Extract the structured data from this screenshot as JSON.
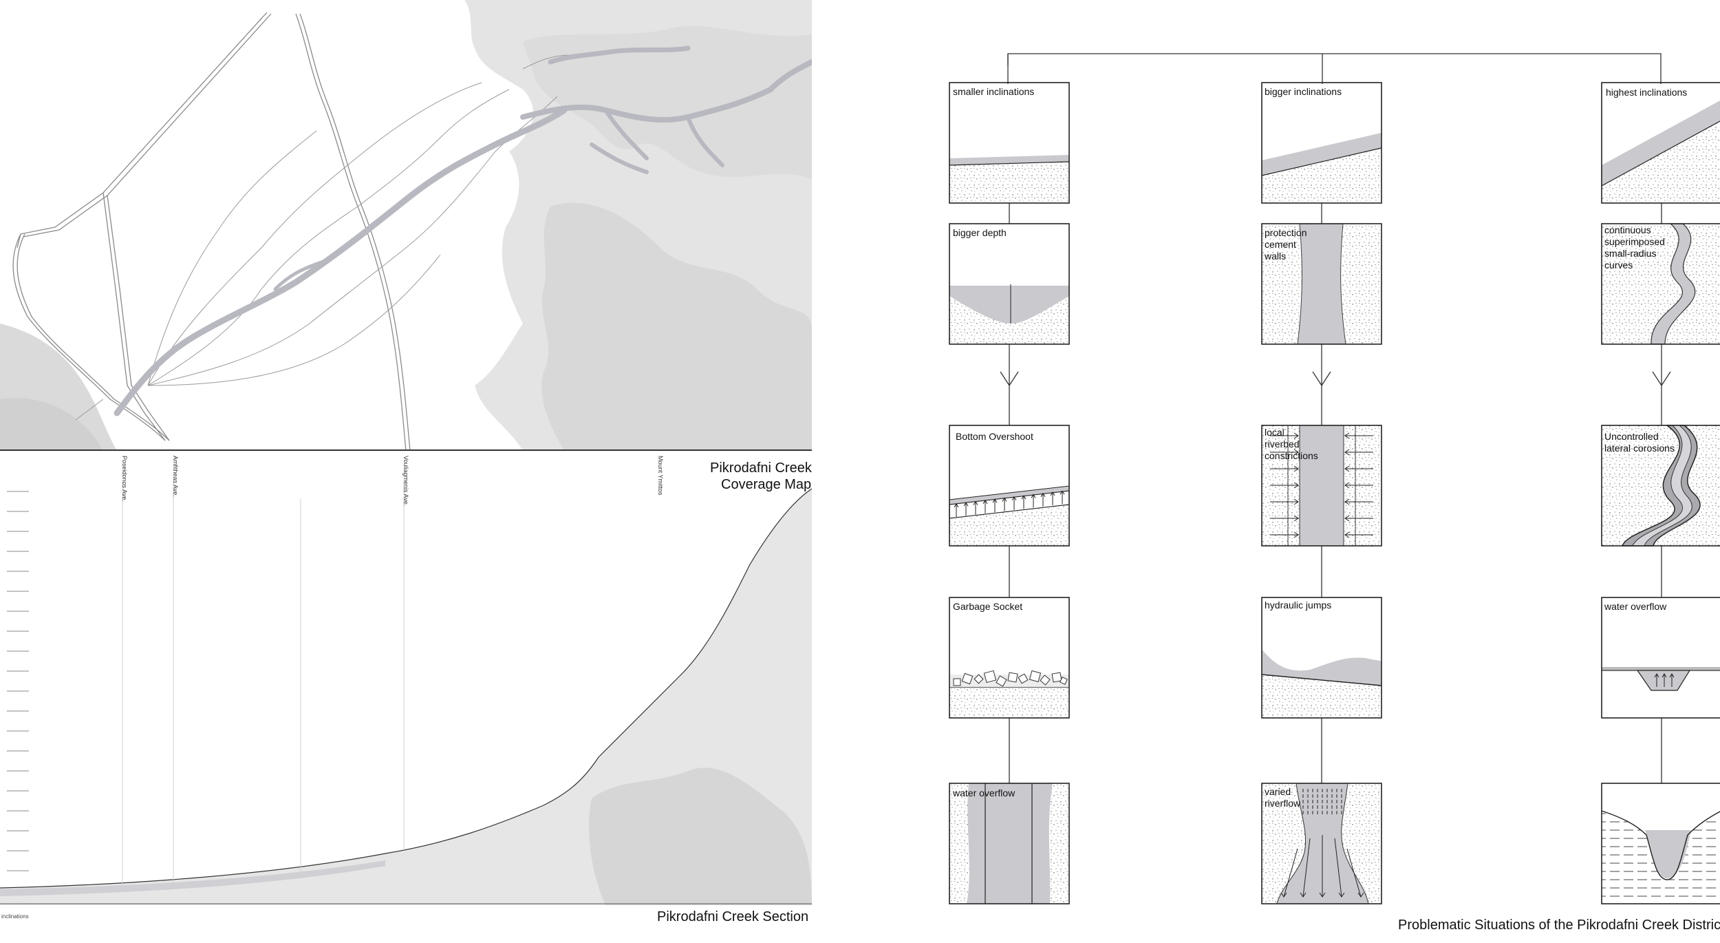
{
  "map": {
    "title_line1": "Pikrodafni Creek",
    "title_line2": "Coverage Map"
  },
  "section": {
    "title": "Pikrodafni Creek Section",
    "axis_label": "inclinations",
    "streets": [
      "Poseidonos Ave.",
      "Amfitheas Ave.",
      "Vouliagmenis Ave.",
      "Mount Ymittos"
    ]
  },
  "diagram": {
    "title": "Problematic Situations of the Pikrodafni Creek District",
    "columns": [
      {
        "top": "smaller inclinations",
        "row2": "bigger depth",
        "row3": "Bottom Overshoot",
        "row4": "Garbage Socket",
        "row5": "water overflow"
      },
      {
        "top": "bigger inclinations",
        "row2": "protection\ncement\nwalls",
        "row3": "local\nriverbed\nconstrictions",
        "row4": "hydraulic jumps",
        "row5": "varied\nriverflow"
      },
      {
        "top": "highest inclinations",
        "row2": "continuous\nsuperimposed\nsmall-radius\ncurves",
        "row3": "Uncontrolled\nlateral corosions",
        "row4": "water overflow",
        "row5": ""
      }
    ]
  }
}
